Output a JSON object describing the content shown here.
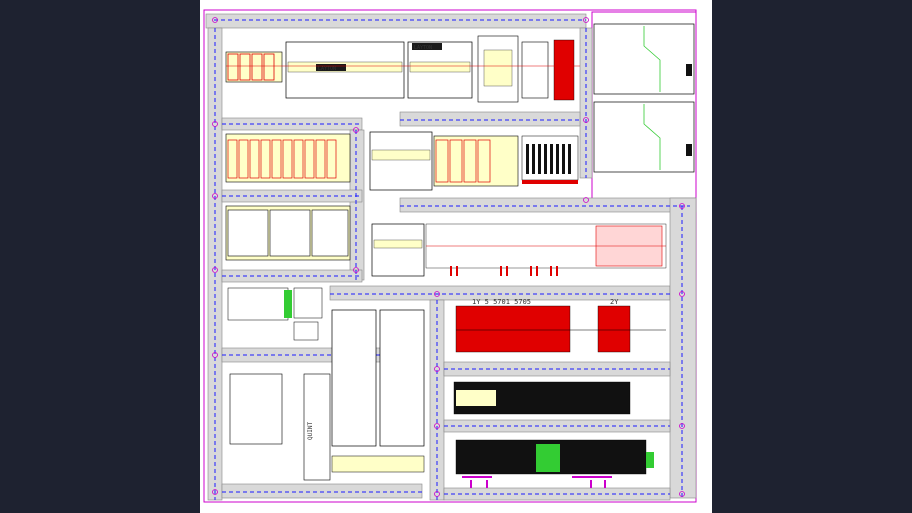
{
  "drawing": {
    "viewer_background": "#1e2230",
    "sheet_background": "#ffffff",
    "colors": {
      "duct_fill": "#d9d9d9",
      "duct_outline": "#888888",
      "mounting_rail": "#1a1aff",
      "border": "#cc00cc",
      "component_red": "#e00000",
      "component_green": "#33cc33",
      "terminal_black": "#111111",
      "label_yellow": "#ffffc8"
    },
    "device_labels": {
      "phoenix_1": "LAYTON",
      "phoenix_2": "LAYTON",
      "terminal_heading_1": "1Y 5 5701  5705",
      "terminal_heading_2": "2Y",
      "psu_text": "QUINT"
    },
    "icon_names": [
      "circuit-breaker-icon",
      "power-supply-icon",
      "terminal-block-icon",
      "relay-icon",
      "din-rail-icon",
      "wire-duct-icon"
    ]
  }
}
